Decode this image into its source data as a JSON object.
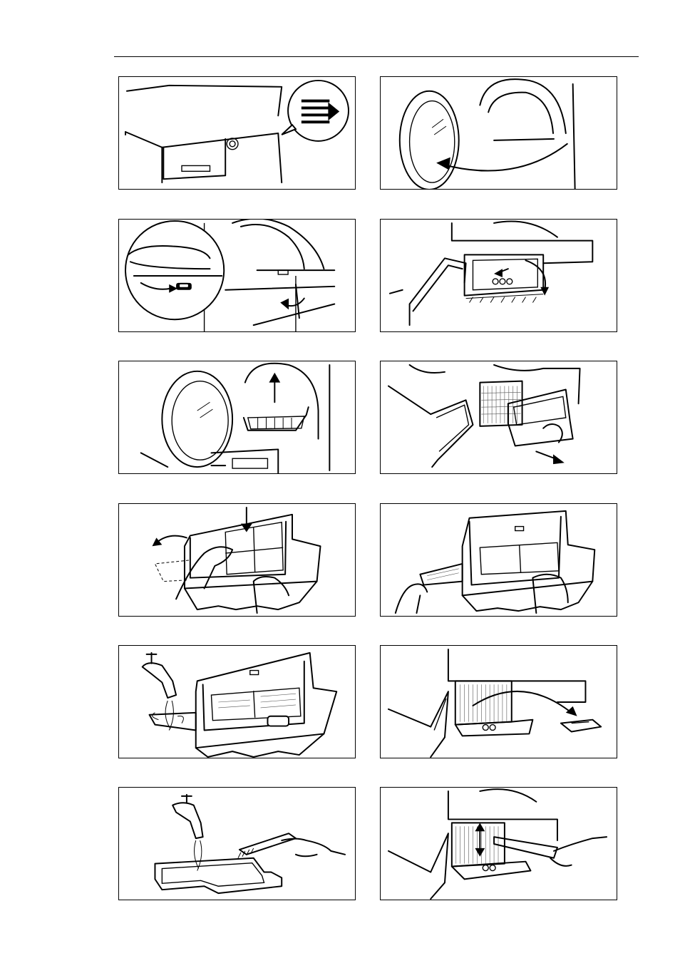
{
  "page": {
    "panels": [
      {
        "id": "step-1",
        "subject": "open-dryer-lid"
      },
      {
        "id": "step-2",
        "subject": "open-door"
      },
      {
        "id": "step-3",
        "subject": "unlock-plinth"
      },
      {
        "id": "step-4",
        "subject": "open-plinth-cover"
      },
      {
        "id": "step-5",
        "subject": "lift-door-filter"
      },
      {
        "id": "step-6",
        "subject": "pull-out-filter-box"
      },
      {
        "id": "step-7",
        "subject": "open-filter-box"
      },
      {
        "id": "step-8",
        "subject": "filter-box-opened"
      },
      {
        "id": "step-9",
        "subject": "rinse-filter-box"
      },
      {
        "id": "step-10",
        "subject": "remove-foam-filter"
      },
      {
        "id": "step-11",
        "subject": "brush-filter-tray"
      },
      {
        "id": "step-12",
        "subject": "vacuum-condenser"
      }
    ]
  }
}
